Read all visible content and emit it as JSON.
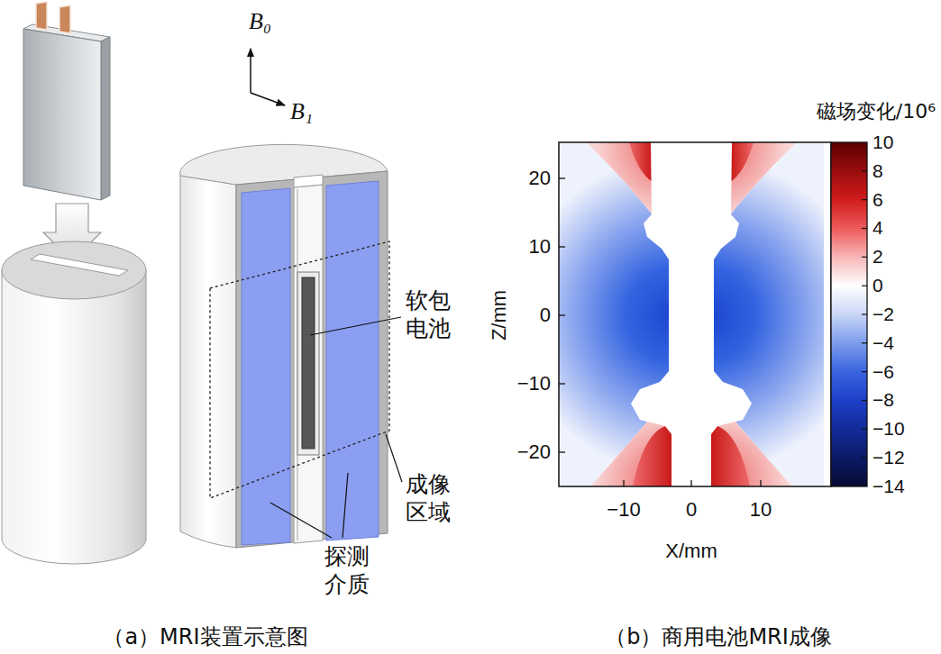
{
  "diagram": {
    "labels": [
      "B₀",
      "B₁",
      "软包 电池",
      "成像 区域",
      "探测 介质",
      "（a）MRI装置示意图",
      "磁场变化/10⁶",
      "10",
      "8",
      "6",
      "4",
      "2",
      "0",
      "−2",
      "−4",
      "−6",
      "−8",
      "−10",
      "−12",
      "−14",
      "20",
      "10",
      "0",
      "−10",
      "−20",
      "−10",
      "0",
      "10",
      "Z/mm",
      "X/mm",
      "（b）商用电池MRI成像"
    ]
  }
}
